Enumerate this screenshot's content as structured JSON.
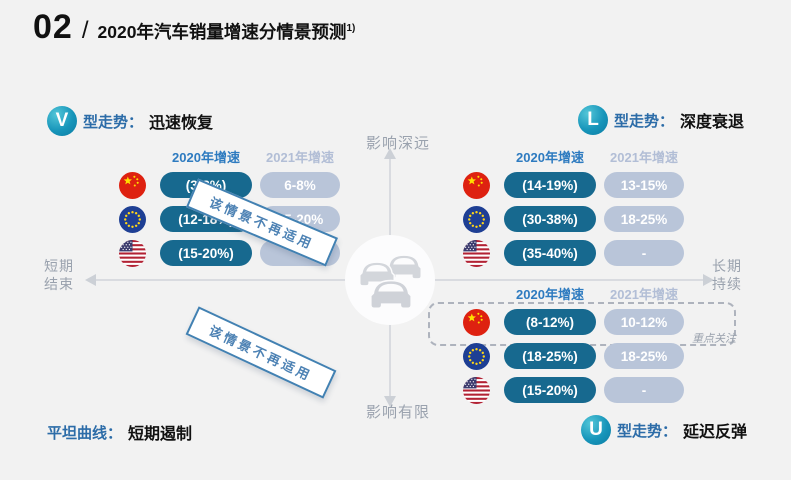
{
  "title": {
    "number": "02",
    "slash": "/",
    "text": "2020年汽车销量增速分情景预测",
    "footnote": "1)"
  },
  "axes": {
    "top": "影响深远",
    "bottom": "影响有限",
    "left_top": "短期",
    "left_bottom": "结束",
    "right_top": "长期",
    "right_bottom": "持续"
  },
  "columns": {
    "y2020": "2020年增速",
    "y2021": "2021年增速"
  },
  "center_icon": "traffic-cars-icon",
  "scenarios": {
    "v": {
      "badge": "V",
      "type_label": "型走势：",
      "name": "迅速恢复",
      "banner": "该情景不再适用",
      "rows": [
        {
          "flag": "china-flag",
          "y2020": "(3-8%)",
          "y2021": "6-8%"
        },
        {
          "flag": "eu-flag",
          "y2020": "(12-18%)",
          "y2021": "15-20%"
        },
        {
          "flag": "usa-flag",
          "y2020": "(15-20%)",
          "y2021": "-"
        }
      ]
    },
    "l": {
      "badge": "L",
      "type_label": "型走势：",
      "name": "深度衰退",
      "rows": [
        {
          "flag": "china-flag",
          "y2020": "(14-19%)",
          "y2021": "13-15%"
        },
        {
          "flag": "eu-flag",
          "y2020": "(30-38%)",
          "y2021": "18-25%"
        },
        {
          "flag": "usa-flag",
          "y2020": "(35-40%)",
          "y2021": "-"
        }
      ]
    },
    "u": {
      "badge": "U",
      "type_label": "型走势：",
      "name": "延迟反弹",
      "focus_label": "重点关注",
      "rows": [
        {
          "flag": "china-flag",
          "y2020": "(8-12%)",
          "y2021": "10-12%"
        },
        {
          "flag": "eu-flag",
          "y2020": "(18-25%)",
          "y2021": "18-25%"
        },
        {
          "flag": "usa-flag",
          "y2020": "(15-20%)",
          "y2021": "-"
        }
      ]
    },
    "flat": {
      "type_label": "平坦曲线：",
      "name": "短期遏制",
      "banner": "该情景不再适用"
    }
  },
  "colors": {
    "background": "#f2f2f2",
    "pill_2020": "#17698f",
    "pill_2021": "#b9c5d9",
    "header_2020": "#2e7bc0",
    "header_2021": "#b2bed6",
    "badge_teal": "#1795ba",
    "banner_border": "#4281b2",
    "axis_text": "#9aa2ae"
  }
}
